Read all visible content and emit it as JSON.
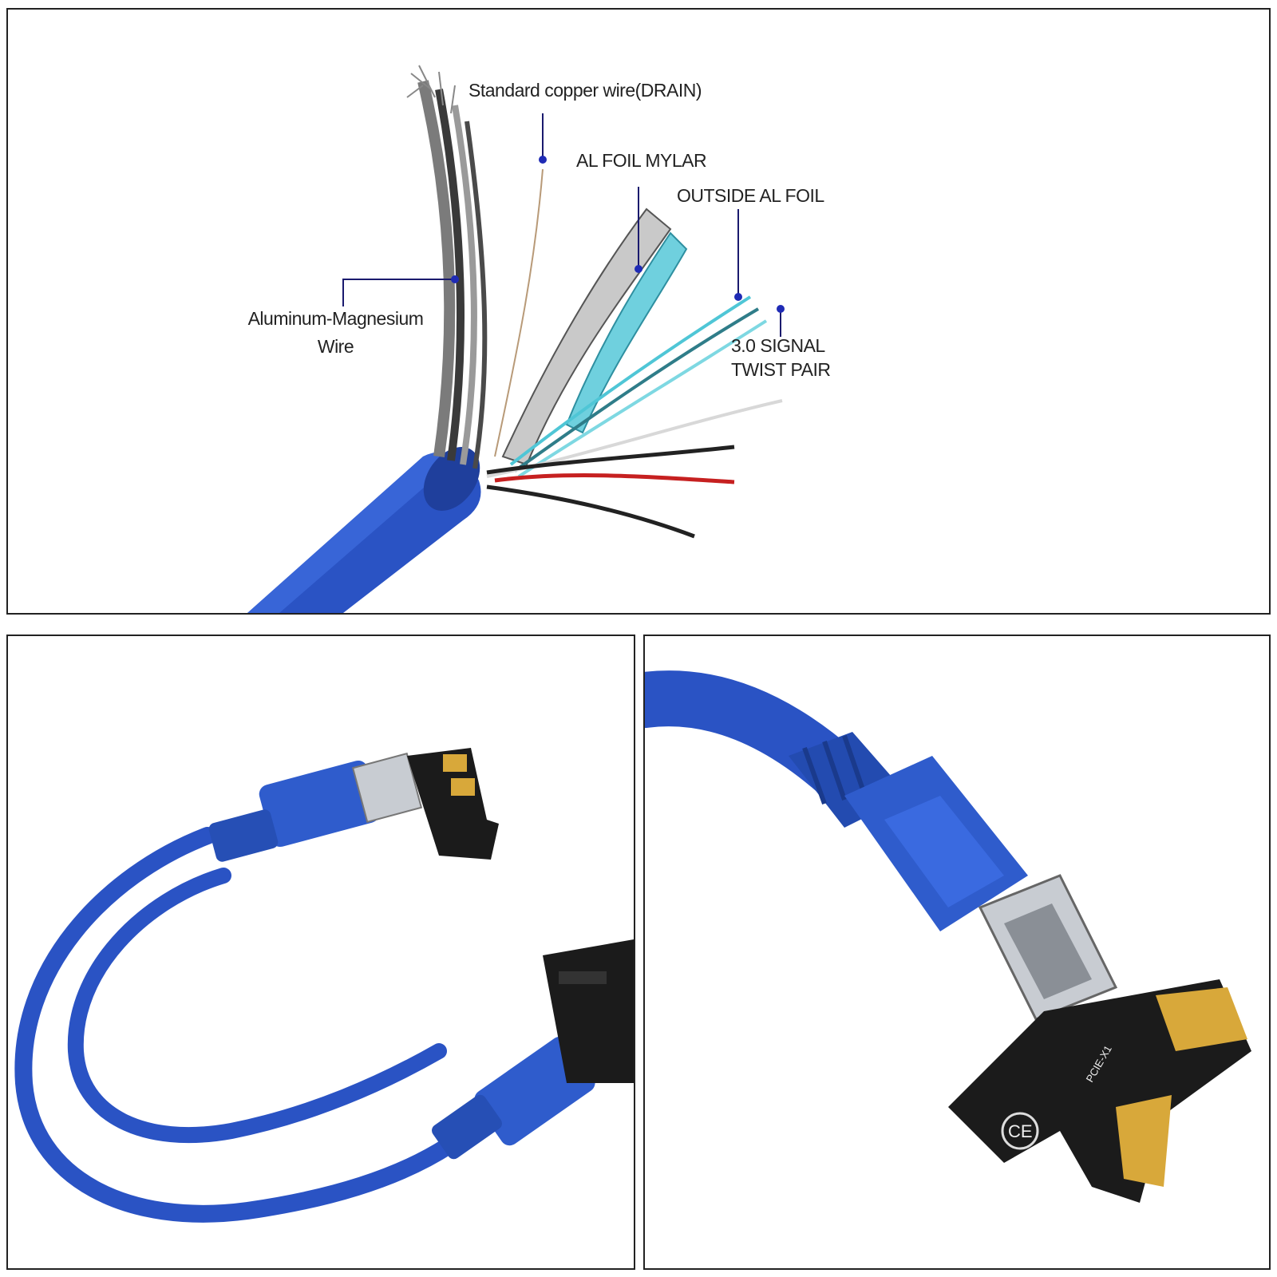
{
  "top_panel": {
    "labels": {
      "drain": "Standard copper wire(DRAIN)",
      "mylar": "AL FOIL MYLAR",
      "outside_foil": "OUTSIDE AL FOIL",
      "al_mg_line1": "Aluminum-Magnesium",
      "al_mg_line2": "Wire",
      "signal_line1": "3.0 SIGNAL",
      "signal_line2": "TWIST PAIR"
    },
    "colors": {
      "cable": "#2a53c4",
      "leader": "#1a1a6e",
      "dot": "#1f2bb5",
      "red_wire": "#c62020",
      "foil_cyan": "#4fc6d6"
    }
  },
  "bottom_left_panel": {
    "description_icons": [
      "usb-cable-loop",
      "usb-a-connector",
      "pcie-x1-riser-card"
    ]
  },
  "bottom_right_panel": {
    "card_text": {
      "model": "PCIE-X1",
      "ce_mark": "CE"
    }
  }
}
